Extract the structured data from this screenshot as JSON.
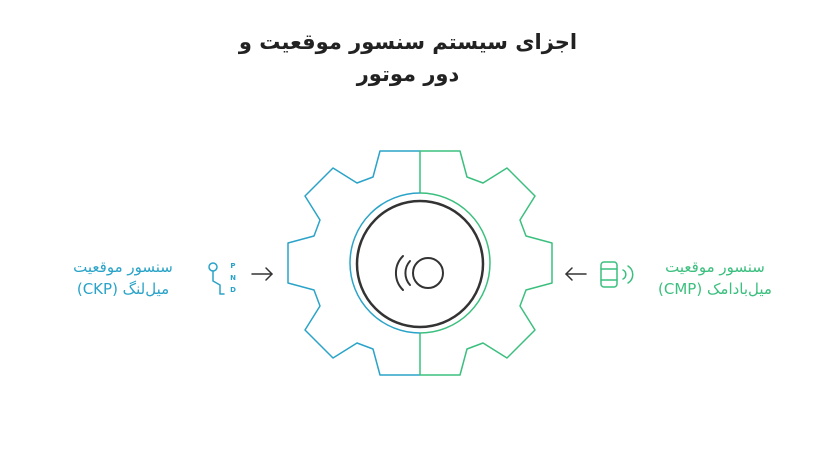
{
  "title": {
    "line1": "اجزای سیستم سنسور موقعیت و",
    "line2": "دور موتور"
  },
  "left_component": {
    "line1": "سنسور موقعیت",
    "line2": "میل‌لنگ (CKP)",
    "icon": "gear-shifter-icon",
    "icon_letters": [
      "P",
      "N",
      "D"
    ]
  },
  "right_component": {
    "line1": "سنسور موقعیت",
    "line2": "میل‌بادامک (CMP)",
    "icon": "sensor-signal-icon"
  },
  "center": {
    "icon": "sound-wave-icon",
    "left_half_color": "#2aa3c8",
    "right_half_color": "#3bbf7e"
  }
}
